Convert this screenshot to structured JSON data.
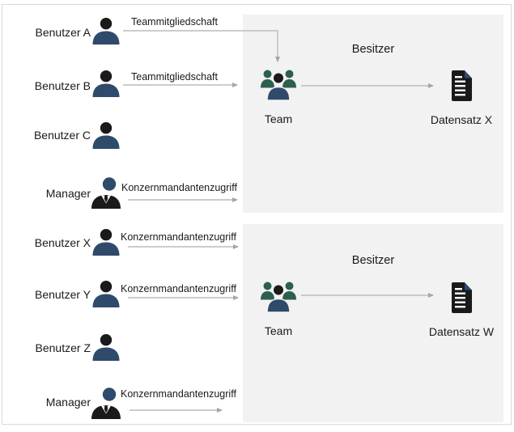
{
  "users": [
    {
      "name": "Benutzer A",
      "icon": "person",
      "arrow_label": "Teammitgliedschaft"
    },
    {
      "name": "Benutzer B",
      "icon": "person",
      "arrow_label": "Teammitgliedschaft"
    },
    {
      "name": "Benutzer C",
      "icon": "person"
    },
    {
      "name": "Manager",
      "icon": "manager",
      "arrow_label": "Konzernmandantenzugriff"
    },
    {
      "name": "Benutzer X",
      "icon": "person",
      "arrow_label": "Konzernmandantenzugriff"
    },
    {
      "name": "Benutzer Y",
      "icon": "person",
      "arrow_label": "Konzernmandantenzugriff"
    },
    {
      "name": "Benutzer Z",
      "icon": "person"
    },
    {
      "name": "Manager",
      "icon": "manager",
      "arrow_label": "Konzernmandantenzugriff"
    }
  ],
  "groups": [
    {
      "owner_label": "Besitzer",
      "team_label": "Team",
      "record_label": "Datensatz X"
    },
    {
      "owner_label": "Besitzer",
      "team_label": "Team",
      "record_label": "Datensatz W"
    }
  ],
  "colors": {
    "person_navy": "#2f4a6b",
    "team_teal": "#2d5f51",
    "icon_black": "#1a1a1a",
    "group_box_bg": "#f2f2f2",
    "arrow_gray": "#bcbcbc",
    "arrowhead_gray": "#a6a6a6",
    "outer_border": "#d9d9d9"
  }
}
